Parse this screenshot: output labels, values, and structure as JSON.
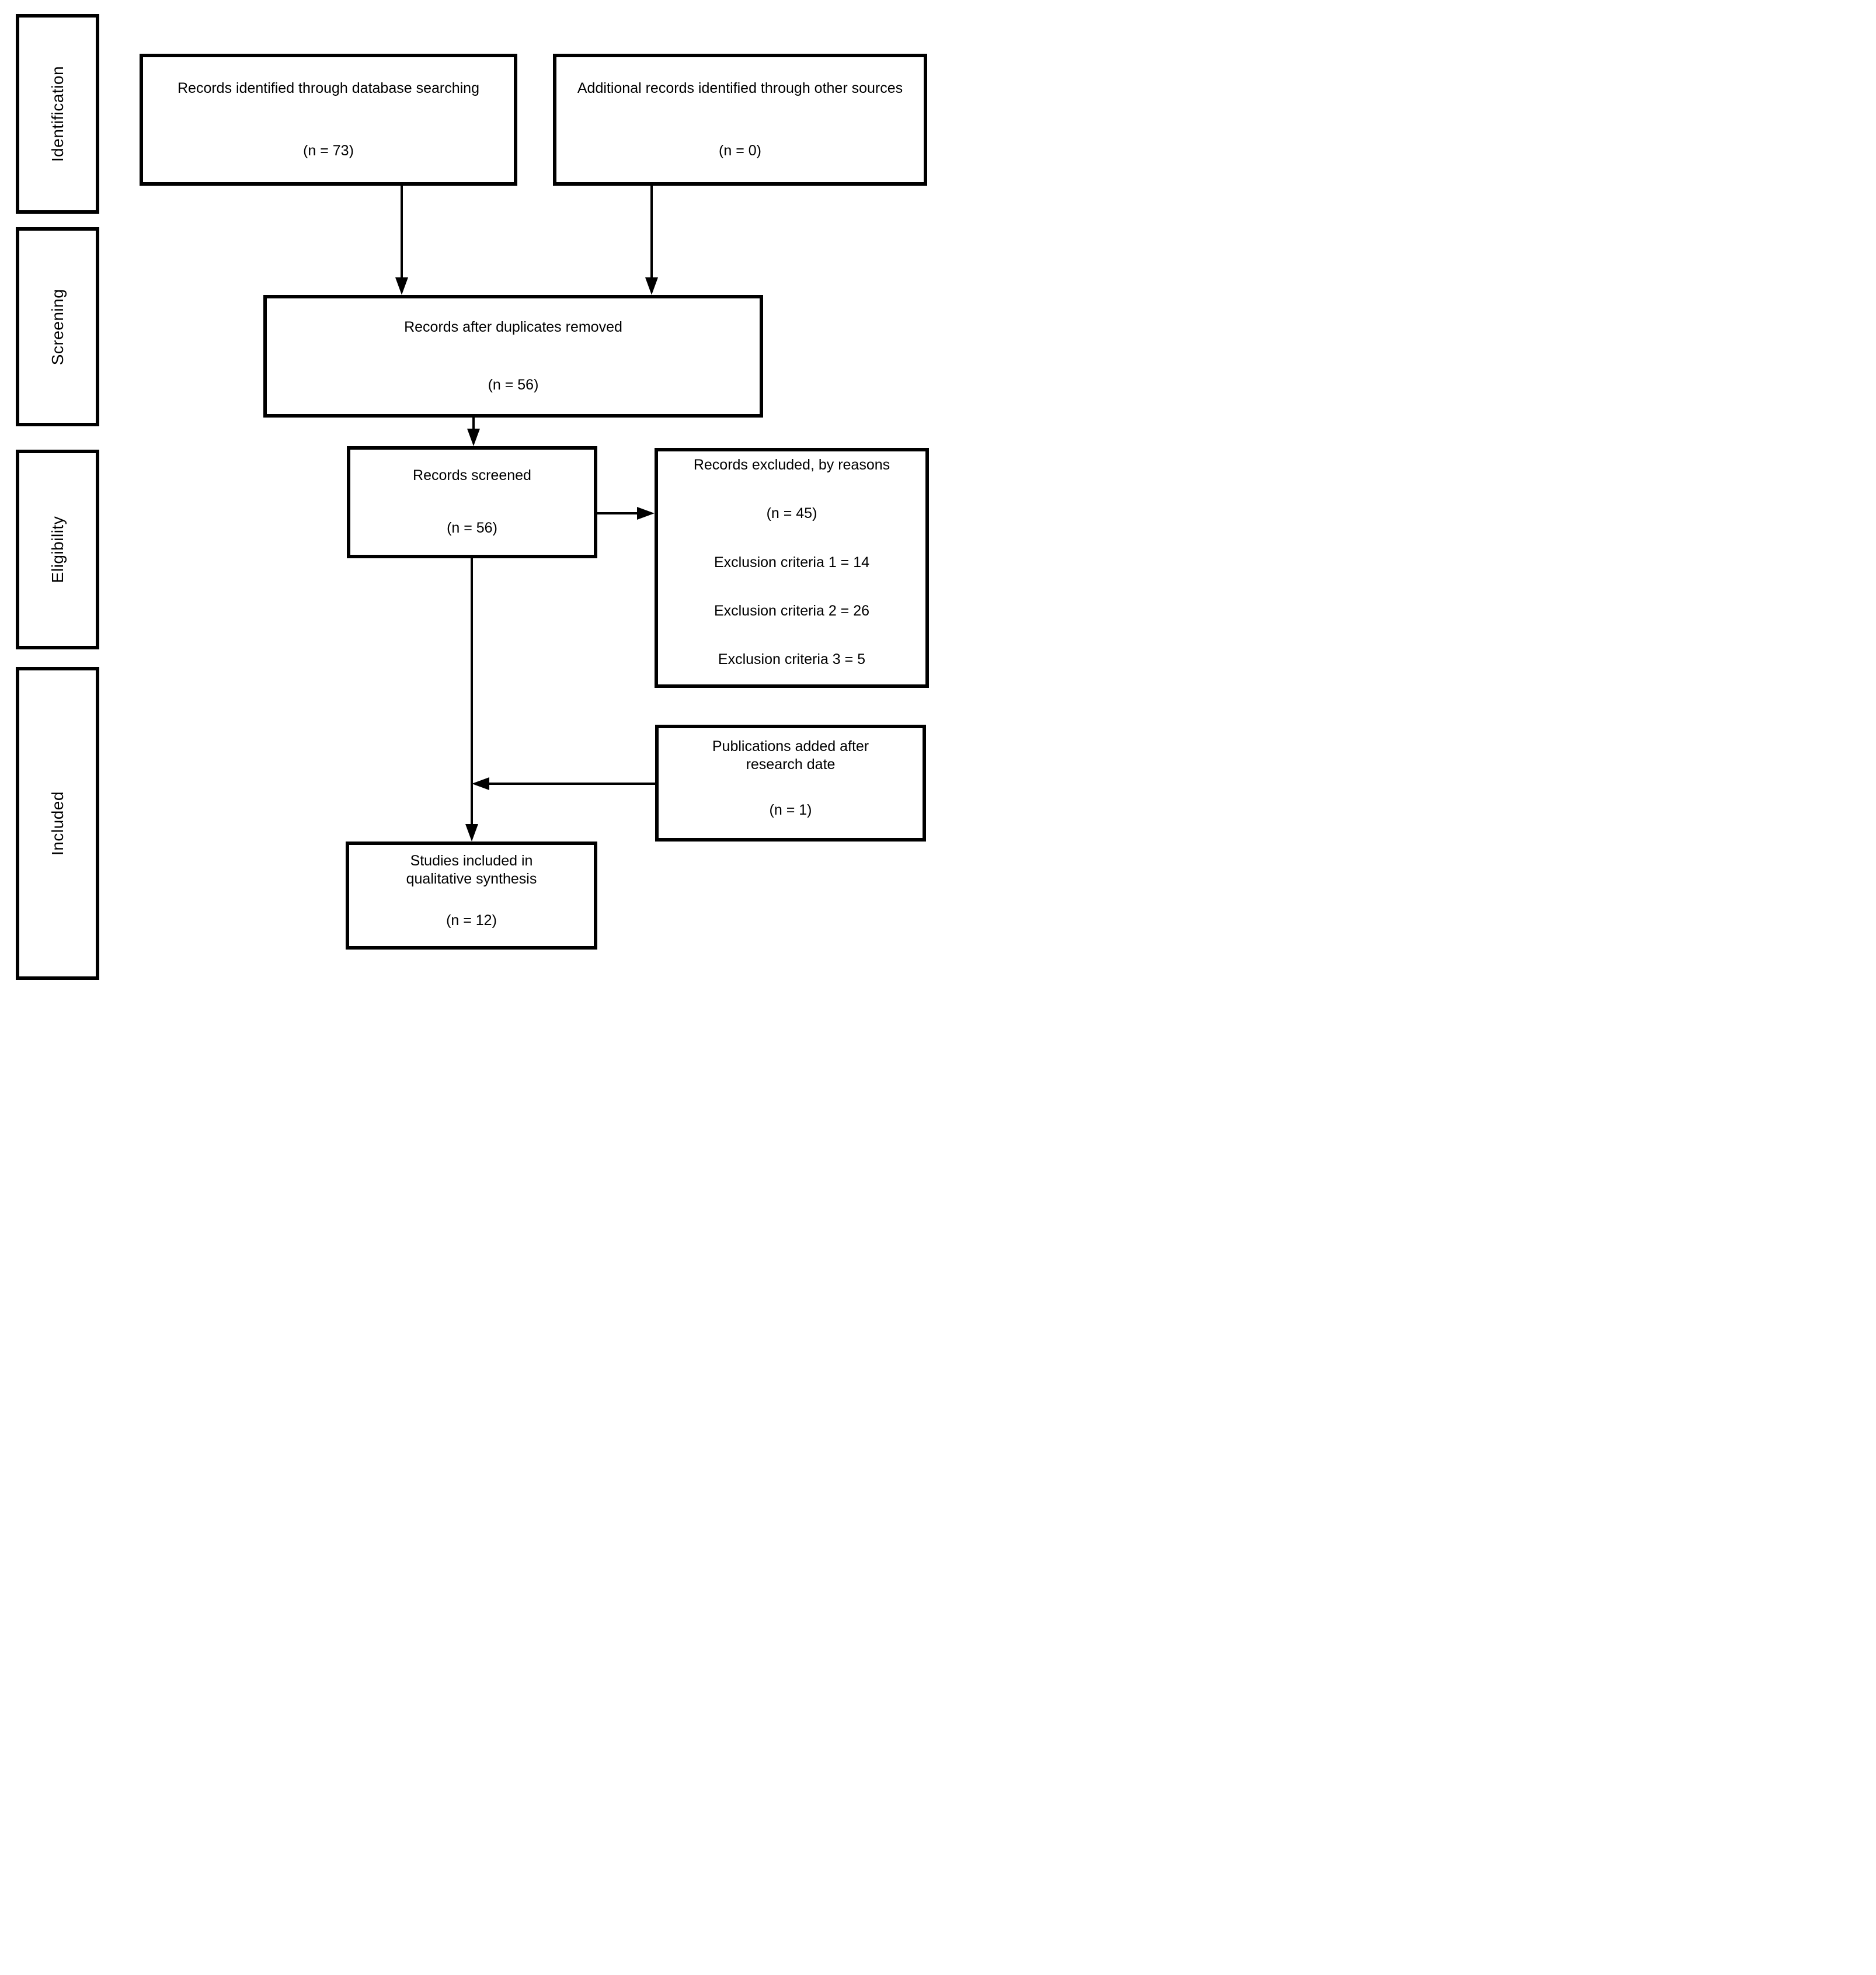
{
  "diagram": {
    "stages": [
      "Identification",
      "Screening",
      "Eligibility",
      "Included"
    ],
    "boxes": {
      "identified": {
        "title": "Records identified through database searching",
        "n": "(n = 73)"
      },
      "additional": {
        "title": "Additional records identified through other sources",
        "n": "(n = 0)"
      },
      "duplicates": {
        "title": "Records after duplicates removed",
        "n": "(n = 56)"
      },
      "screened": {
        "title": "Records screened",
        "n": "(n = 56)"
      },
      "excluded": {
        "title": "Records excluded, by reasons",
        "n": "(n = 45)",
        "criteria": [
          "Exclusion criteria 1 = 14",
          "Exclusion criteria 2 = 26",
          "Exclusion criteria 3 = 5"
        ]
      },
      "publications": {
        "title": "Publications added after research date",
        "n": "(n = 1)"
      },
      "studies": {
        "title": "Studies included in qualitative synthesis",
        "n": "(n = 12)"
      }
    },
    "colors": {
      "line": "#000000",
      "background": "#ffffff",
      "text": "#000000"
    }
  }
}
